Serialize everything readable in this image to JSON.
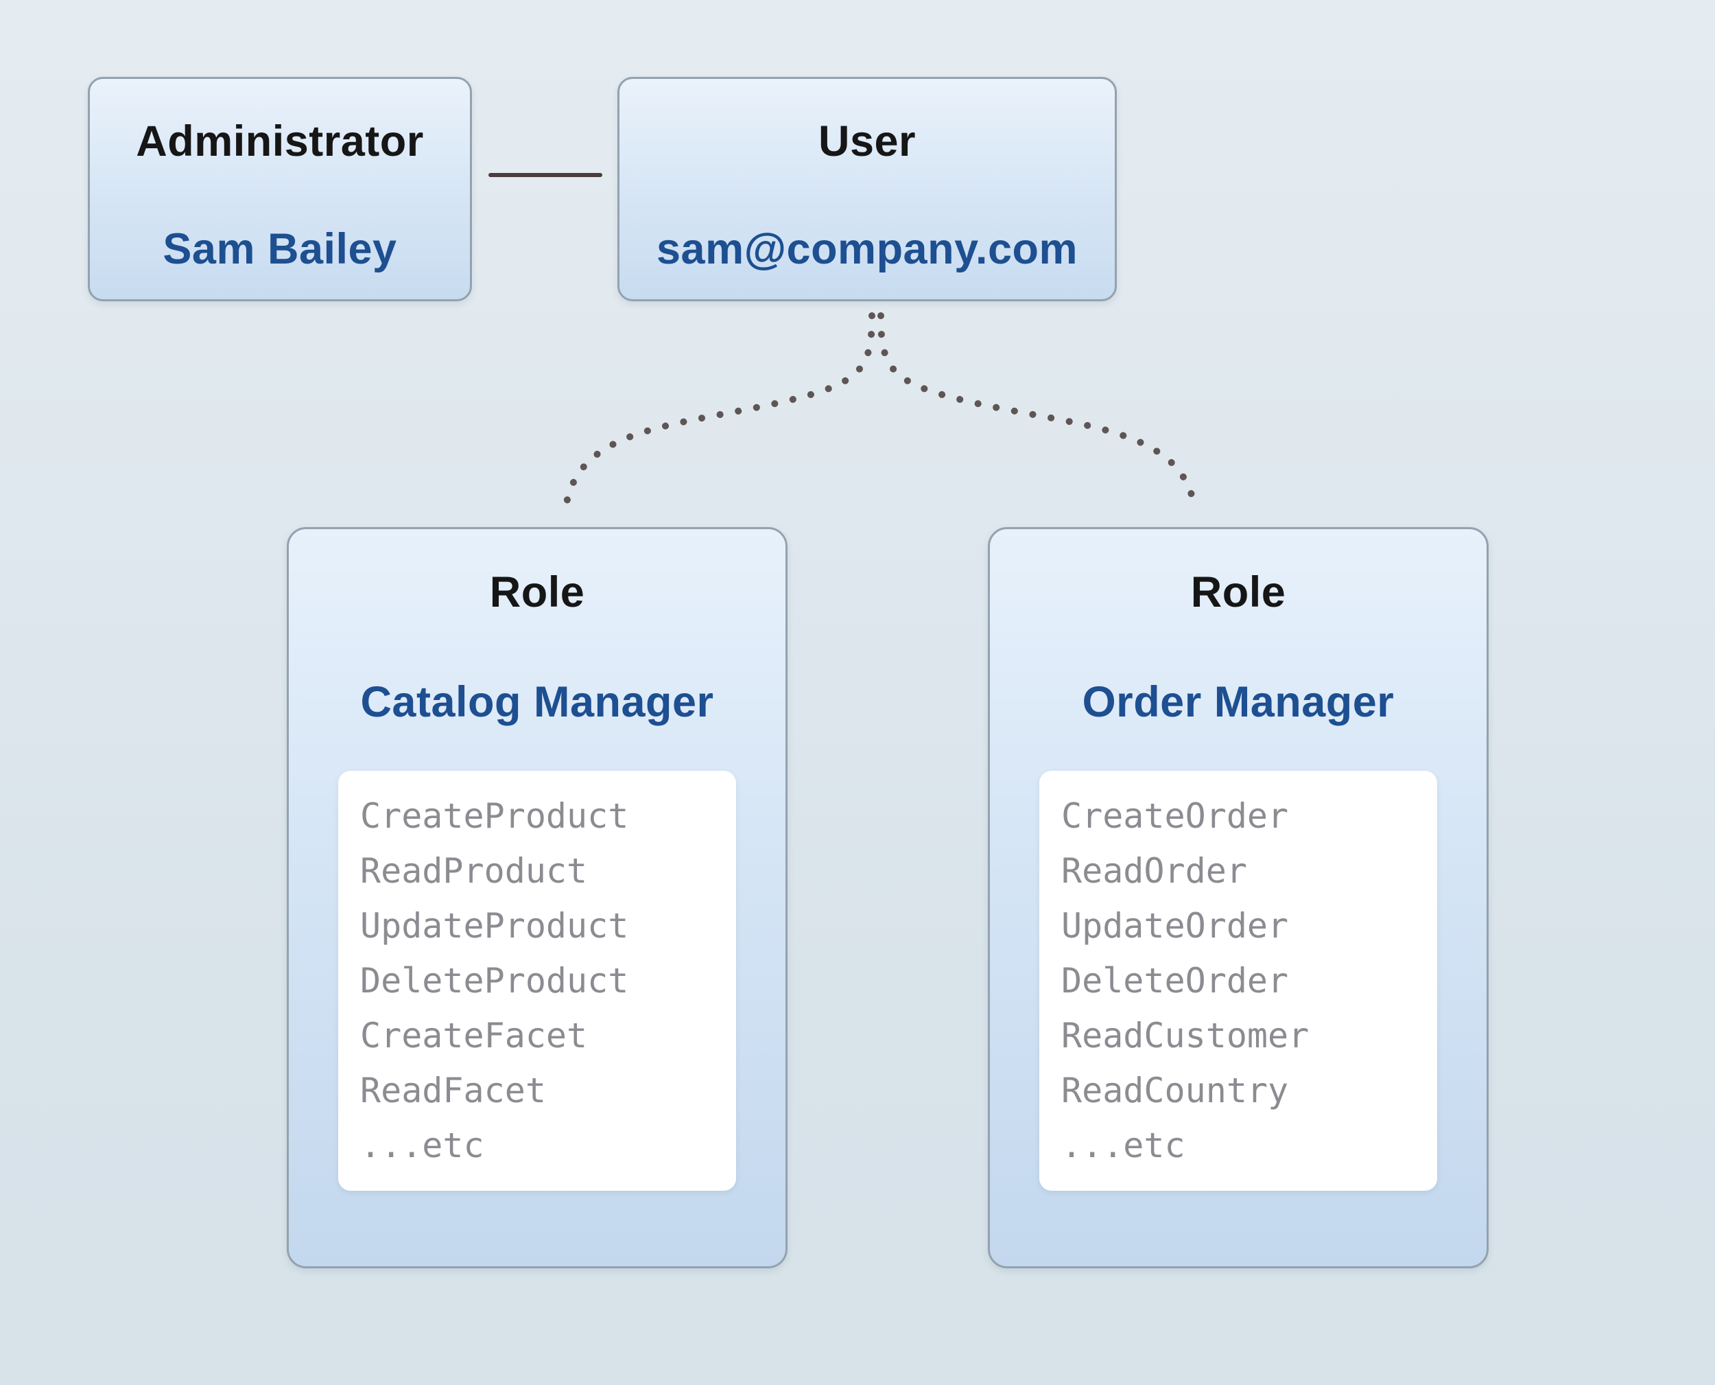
{
  "diagram": {
    "administrator": {
      "title": "Administrator",
      "name": "Sam Bailey"
    },
    "user": {
      "title": "User",
      "email": "sam@company.com"
    },
    "roles": [
      {
        "title": "Role",
        "name": "Catalog Manager",
        "permissions": [
          "CreateProduct",
          "ReadProduct",
          "UpdateProduct",
          "DeleteProduct",
          "CreateFacet",
          "ReadFacet",
          "...etc"
        ]
      },
      {
        "title": "Role",
        "name": "Order Manager",
        "permissions": [
          "CreateOrder",
          "ReadOrder",
          "UpdateOrder",
          "DeleteOrder",
          "ReadCustomer",
          "ReadCountry",
          "...etc"
        ]
      }
    ],
    "colors": {
      "accent_blue": "#1d4f91",
      "title_text": "#161616",
      "permission_text": "#8b8b91",
      "box_border": "#93a2ae",
      "connector_line": "#4c3c3c",
      "dotted_edge": "#5f5555",
      "box_fill_top": "#eaf2fb",
      "box_fill_bottom": "#c8dcf0",
      "background": "#dde6ec"
    }
  }
}
